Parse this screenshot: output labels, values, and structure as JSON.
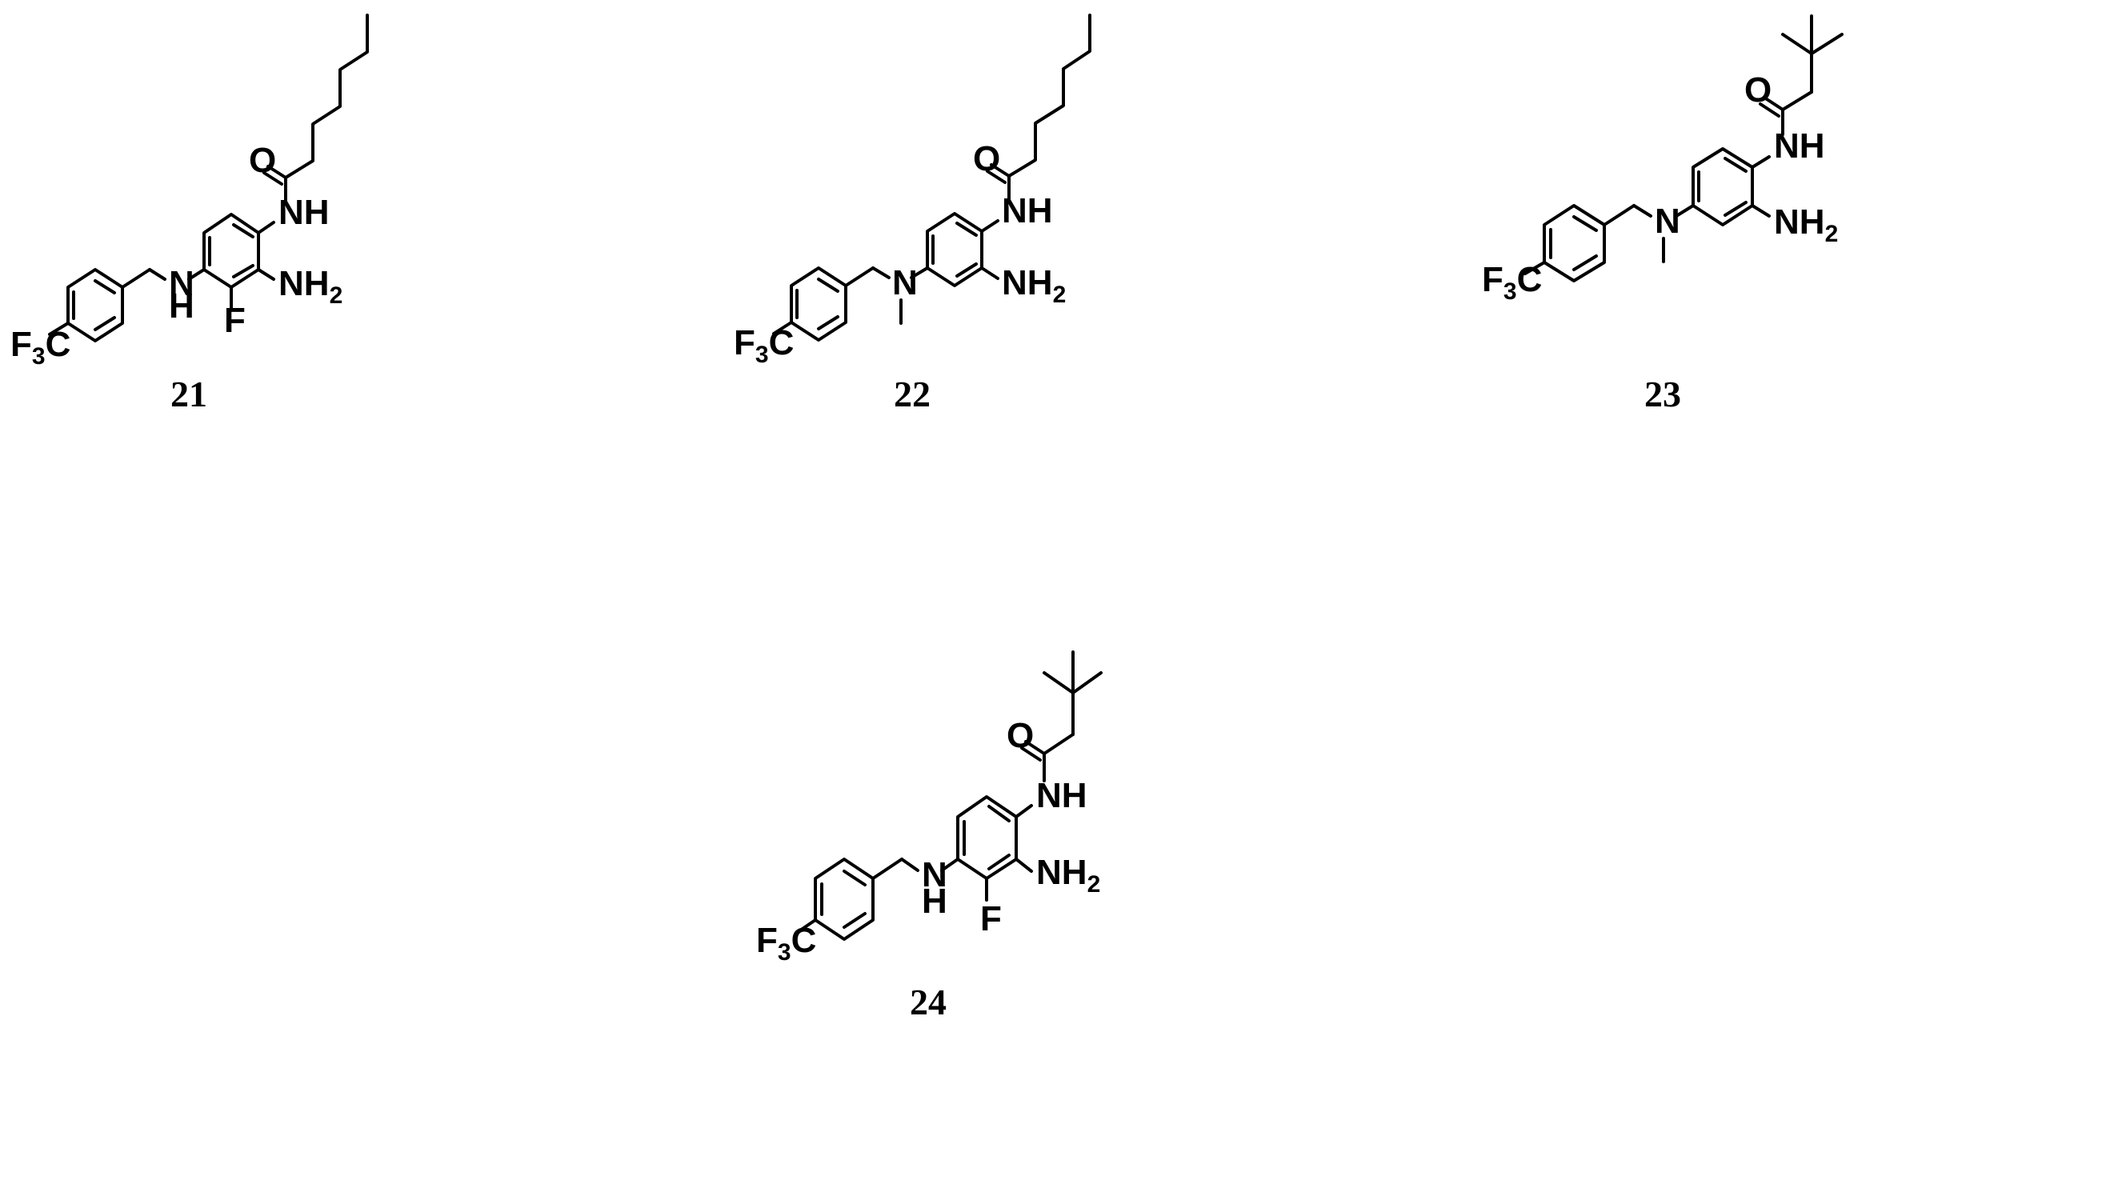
{
  "figure": {
    "type": "chemical-structures",
    "background": "#ffffff",
    "line_color": "#000000"
  },
  "compounds": [
    {
      "id": "21",
      "label": "21",
      "atom_labels": {
        "amide_nh": "NH",
        "carbonyl_o": "O",
        "amine": "NH",
        "amine_h2": "2",
        "fluoro": "F",
        "linker_n": "N",
        "linker_h": "H",
        "cf3_f": "F",
        "cf3_3": "3",
        "cf3_c": "C"
      },
      "acyl_group": "heptanoyl",
      "linker": "NH",
      "ring_substituent": "F"
    },
    {
      "id": "22",
      "label": "22",
      "atom_labels": {
        "amide_nh": "NH",
        "carbonyl_o": "O",
        "amine": "NH",
        "amine_h2": "2",
        "linker_n": "N",
        "cf3_f": "F",
        "cf3_3": "3",
        "cf3_c": "C"
      },
      "acyl_group": "heptanoyl",
      "linker": "N-methyl",
      "ring_substituent": "H"
    },
    {
      "id": "23",
      "label": "23",
      "atom_labels": {
        "amide_nh": "NH",
        "carbonyl_o": "O",
        "amine": "NH",
        "amine_h2": "2",
        "linker_n": "N",
        "cf3_f": "F",
        "cf3_3": "3",
        "cf3_c": "C"
      },
      "acyl_group": "3,3-dimethylbutanoyl",
      "linker": "N-methyl",
      "ring_substituent": "H"
    },
    {
      "id": "24",
      "label": "24",
      "atom_labels": {
        "amide_nh": "NH",
        "carbonyl_o": "O",
        "amine": "NH",
        "amine_h2": "2",
        "fluoro": "F",
        "linker_n": "N",
        "linker_h": "H",
        "cf3_f": "F",
        "cf3_3": "3",
        "cf3_c": "C"
      },
      "acyl_group": "3,3-dimethylbutanoyl",
      "linker": "NH",
      "ring_substituent": "F"
    }
  ]
}
